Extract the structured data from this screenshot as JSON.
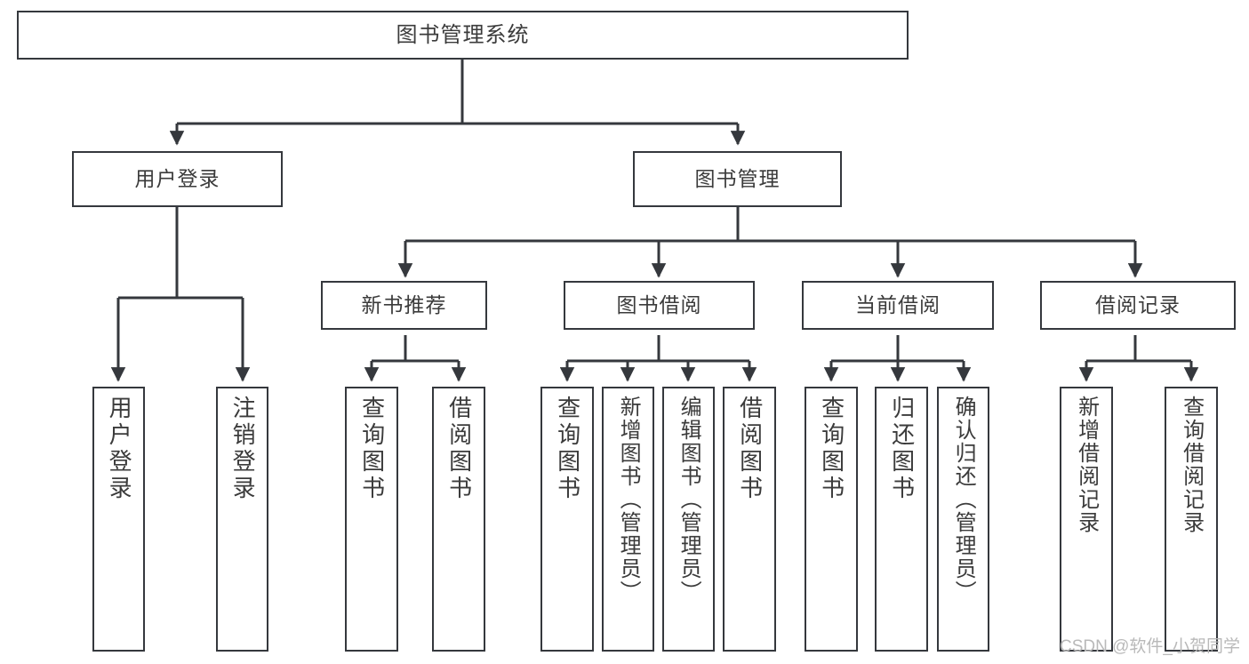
{
  "diagram": {
    "title_node": {
      "label": "图书管理系统"
    },
    "level1": [
      {
        "id": "user-login",
        "label": "用户登录"
      },
      {
        "id": "book-manage",
        "label": "图书管理"
      }
    ],
    "level2": [
      {
        "id": "new-book-recommend",
        "label": "新书推荐"
      },
      {
        "id": "book-borrow",
        "label": "图书借阅"
      },
      {
        "id": "current-borrow",
        "label": "当前借阅"
      },
      {
        "id": "borrow-record",
        "label": "借阅记录"
      }
    ],
    "leaves": {
      "user_login": [
        {
          "id": "leaf-user-login",
          "label": "用户登录"
        },
        {
          "id": "leaf-logout-login",
          "label": "注销登录"
        }
      ],
      "new_book_recommend": [
        {
          "id": "leaf-query-book-1",
          "label": "查询图书"
        },
        {
          "id": "leaf-borrow-book-1",
          "label": "借阅图书"
        }
      ],
      "book_borrow": [
        {
          "id": "leaf-query-book-2",
          "label": "查询图书"
        },
        {
          "id": "leaf-add-book",
          "label": "新增图书（管理员）"
        },
        {
          "id": "leaf-edit-book",
          "label": "编辑图书（管理员）"
        },
        {
          "id": "leaf-borrow-book-2",
          "label": "借阅图书"
        }
      ],
      "current_borrow": [
        {
          "id": "leaf-query-book-3",
          "label": "查询图书"
        },
        {
          "id": "leaf-return-book",
          "label": "归还图书"
        },
        {
          "id": "leaf-confirm-return",
          "label": "确认归还（管理员）"
        }
      ],
      "borrow_record": [
        {
          "id": "leaf-add-record",
          "label": "新增借阅记录"
        },
        {
          "id": "leaf-query-record",
          "label": "查询借阅记录"
        }
      ]
    },
    "watermark": "CSDN @软件_小贺同学",
    "colors": {
      "border": "#35383d",
      "text": "#3b3b3b",
      "background": "#ffffff",
      "watermark": "#b9b9b9"
    }
  }
}
